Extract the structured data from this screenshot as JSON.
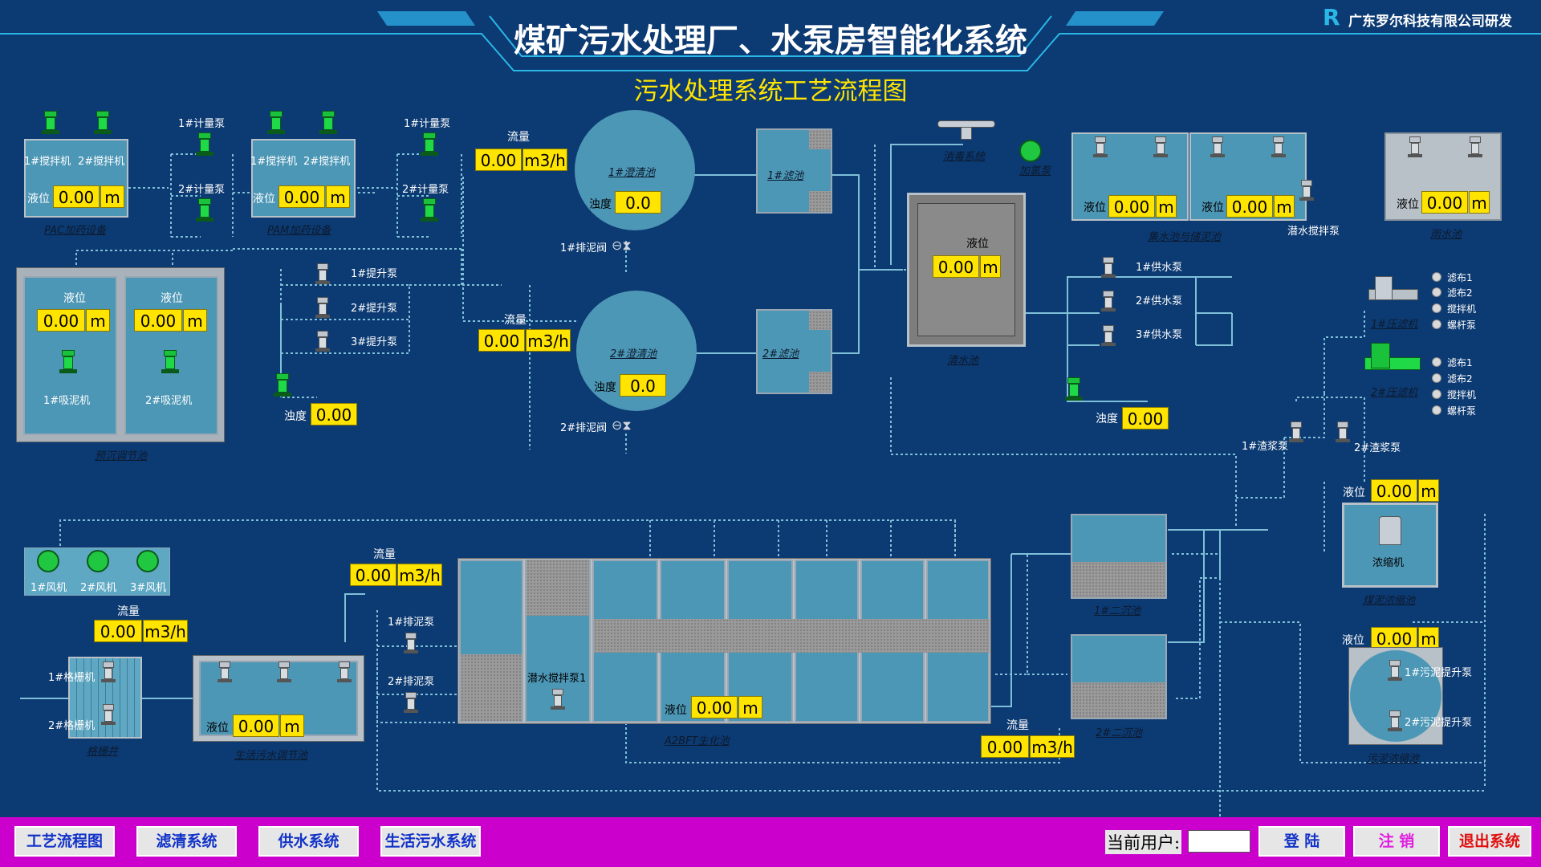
{
  "header": {
    "title": "煤矿污水处理厂、水泵房智能化系统",
    "subtitle": "污水处理系统工艺流程图",
    "company": "广东罗尔科技有限公司研发"
  },
  "labels": {
    "level": "液位",
    "turbidity": "浊度",
    "flow": "流量",
    "unit_m": "m",
    "unit_flow": "m3/h"
  },
  "pac": {
    "mixer1": "1#搅拌机",
    "mixer2": "2#搅拌机",
    "level": "0.00",
    "name": "PAC加药设备",
    "pump1": "1#计量泵",
    "pump2": "2#计量泵"
  },
  "pam": {
    "mixer1": "1#搅拌机",
    "mixer2": "2#搅拌机",
    "level": "0.00",
    "name": "PAM加药设备",
    "pump1": "1#计量泵",
    "pump2": "2#计量泵"
  },
  "presettle": {
    "level1": "0.00",
    "level2": "0.00",
    "suction1": "1#吸泥机",
    "suction2": "2#吸泥机",
    "name": "预沉调节池"
  },
  "lift": {
    "p1": "1#提升泵",
    "p2": "2#提升泵",
    "p3": "3#提升泵",
    "turbidity": "0.00"
  },
  "clarifier1": {
    "name": "1#澄清池",
    "flow": "0.00",
    "turbidity": "0.0",
    "valve": "1#排泥阀"
  },
  "clarifier2": {
    "name": "2#澄清池",
    "flow": "0.00",
    "turbidity": "0.0",
    "valve": "2#排泥阀"
  },
  "filter1": "1#滤池",
  "filter2": "2#滤池",
  "disinfect": {
    "system": "消毒系统",
    "pump": "加氯泵"
  },
  "clear": {
    "level": "0.00",
    "name": "清水池"
  },
  "supply": {
    "p1": "1#供水泵",
    "p2": "2#供水泵",
    "p3": "3#供水泵",
    "turbidity": "0.00"
  },
  "collect": {
    "level1": "0.00",
    "level2": "0.00",
    "name": "集水池与储泥池",
    "mixer": "潜水搅拌泵"
  },
  "rain": {
    "level": "0.00",
    "name": "雨水池"
  },
  "press1": {
    "name": "1#压滤机",
    "options": [
      "滤布1",
      "滤布2",
      "搅拌机",
      "螺杆泵"
    ]
  },
  "press2": {
    "name": "2#压滤机",
    "options": [
      "滤布1",
      "滤布2",
      "搅拌机",
      "螺杆泵"
    ]
  },
  "slurry": {
    "p1": "1#渣浆泵",
    "p2": "2#渣浆泵"
  },
  "thicken": {
    "level": "0.00",
    "machine": "浓缩机",
    "name": "煤泥浓缩池"
  },
  "sludge": {
    "level": "0.00",
    "p1": "1#污泥提升泵",
    "p2": "2#污泥提升泵",
    "name": "污泥浓缩池"
  },
  "fans": {
    "f1": "1#风机",
    "f2": "2#风机",
    "f3": "3#风机",
    "flow": "0.00"
  },
  "grille": {
    "m1": "1#格栅机",
    "m2": "2#格栅机",
    "name": "格栅井"
  },
  "domestic": {
    "flow": "0.00",
    "level": "0.00",
    "name": "生活污水调节池"
  },
  "sludge_pumps": {
    "p1": "1#排泥泵",
    "p2": "2#排泥泵"
  },
  "a2bft": {
    "mixer": "潜水搅拌泵1",
    "level": "0.00",
    "name": "A2BFT生化池"
  },
  "secondary": {
    "s1": "1#二沉池",
    "s2": "2#二沉池",
    "flow": "0.00"
  },
  "nav": {
    "b1": "工艺流程图",
    "b2": "滤清系统",
    "b3": "供水系统",
    "b4": "生活污水系统",
    "user_label": "当前用户:",
    "user_value": "",
    "login": "登 陆",
    "logout": "注 销",
    "exit": "退出系统"
  },
  "colors": {
    "background": "#0c3a72",
    "tank": "#4d97b6",
    "value_box": "#ffe400",
    "title": "#ffffff",
    "subtitle": "#ffe400",
    "footer": "#cc00cc"
  }
}
